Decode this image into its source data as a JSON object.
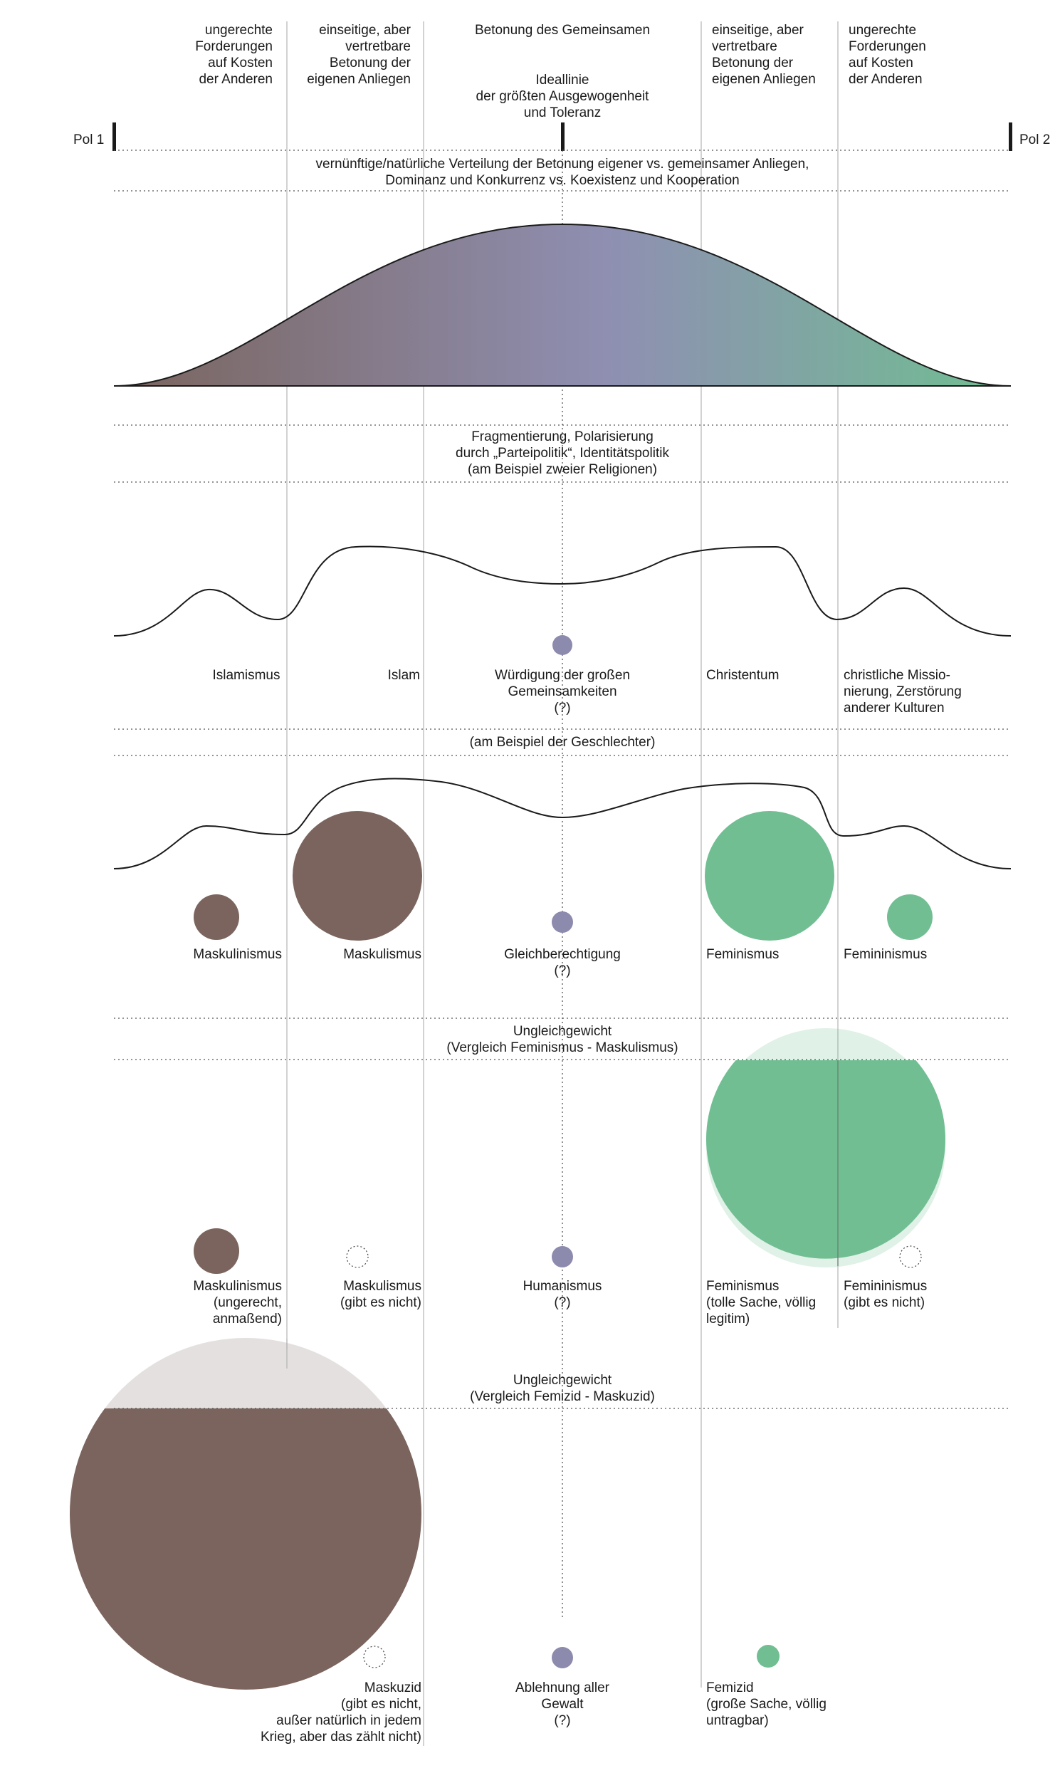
{
  "colors": {
    "masc": "#7a645d",
    "fem": "#70be92",
    "neutral": "#8c8aad",
    "grad_mid": "#8f8fb2",
    "line": "#b3b3b3",
    "dotted": "#555555"
  },
  "poles": {
    "left": "Pol 1",
    "right": "Pol 2"
  },
  "top_labels": {
    "far_left": [
      "ungerechte",
      "Forderungen",
      "auf Kosten",
      "der Anderen"
    ],
    "left": [
      "einseitige, aber",
      "vertretbare",
      "Betonung der",
      "eigenen Anliegen"
    ],
    "center_top": [
      "Betonung des Gemeinsamen"
    ],
    "center_ideal": [
      "Ideallinie",
      "der größten Ausgewogenheit",
      "und Toleranz"
    ],
    "right": [
      "einseitige, aber",
      "vertretbare",
      "Betonung der",
      "eigenen Anliegen"
    ],
    "far_right": [
      "ungerechte",
      "Forderungen",
      "auf Kosten",
      "der Anderen"
    ]
  },
  "section1": {
    "title": [
      "vernünftige/natürliche Verteilung der Betonung eigener vs. gemeinsamer Anliegen,",
      "Dominanz und Konkurrenz vs. Koexistenz und Kooperation"
    ]
  },
  "section2": {
    "title": [
      "Fragmentierung, Polarisierung",
      "durch „Parteipolitik“, Identitätspolitik",
      "(am Beispiel zweier Religionen)"
    ],
    "labels": {
      "a": [
        "Islamismus"
      ],
      "b": [
        "Islam"
      ],
      "c": [
        "Würdigung der großen",
        "Gemeinsamkeiten",
        "(?)"
      ],
      "d": [
        "Christentum"
      ],
      "e": [
        "christliche Missio-",
        "nierung, Zerstörung",
        "anderer Kulturen"
      ]
    }
  },
  "section3": {
    "title": [
      "(am Beispiel der Geschlechter)"
    ],
    "labels": {
      "a": [
        "Maskulinismus"
      ],
      "b": [
        "Maskulismus"
      ],
      "c": [
        "Gleichberechtigung",
        "(?)"
      ],
      "d": [
        "Feminismus"
      ],
      "e": [
        "Femininismus"
      ]
    }
  },
  "section4": {
    "title": [
      "Ungleichgewicht",
      "(Vergleich Feminismus - Maskulismus)"
    ],
    "labels": {
      "a": [
        "Maskulinismus",
        "(ungerecht,",
        "anmaßend)"
      ],
      "b": [
        "Maskulismus",
        "(gibt es nicht)"
      ],
      "c": [
        "Humanismus",
        "(?)"
      ],
      "d": [
        "Feminismus",
        "(tolle Sache, völlig",
        "legitim)"
      ],
      "e": [
        "Femininismus",
        "(gibt es nicht)"
      ]
    }
  },
  "section5": {
    "title": [
      "Ungleichgewicht",
      "(Vergleich Femizid - Maskuzid)"
    ],
    "labels": {
      "b": [
        "Maskuzid",
        "(gibt es nicht,",
        "außer natürlich in jedem",
        "Krieg, aber das zählt nicht)"
      ],
      "c": [
        "Ablehnung aller",
        "Gewalt",
        "(?)"
      ],
      "d": [
        "Femizid",
        "(große Sache, völlig",
        "untragbar)"
      ]
    }
  }
}
